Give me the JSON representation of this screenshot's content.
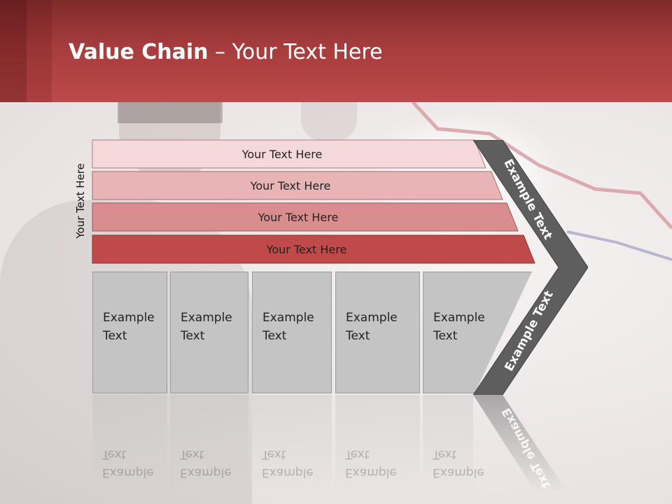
{
  "slide": {
    "title_bold": "Value Chain",
    "title_rest": " – Your Text Here"
  },
  "side_label": "Your Text Here",
  "support_rows": [
    {
      "label": "Your Text Here"
    },
    {
      "label": "Your Text Here"
    },
    {
      "label": "Your Text Here"
    },
    {
      "label": "Your Text Here"
    }
  ],
  "primary_boxes": [
    {
      "label": "Example Text"
    },
    {
      "label": "Example Text"
    },
    {
      "label": "Example Text"
    },
    {
      "label": "Example Text"
    },
    {
      "label": "Example Text"
    }
  ],
  "chevron": {
    "upper_label": "Example Text",
    "lower_label": "Example Text"
  },
  "colors": {
    "header": "#be4a4a",
    "row1": "#f5d9da",
    "row2": "#e8b4b5",
    "row3": "#da8d8e",
    "row4": "#c0494a",
    "box": "#c4c4c4",
    "chevron": "#5e5e5e"
  }
}
